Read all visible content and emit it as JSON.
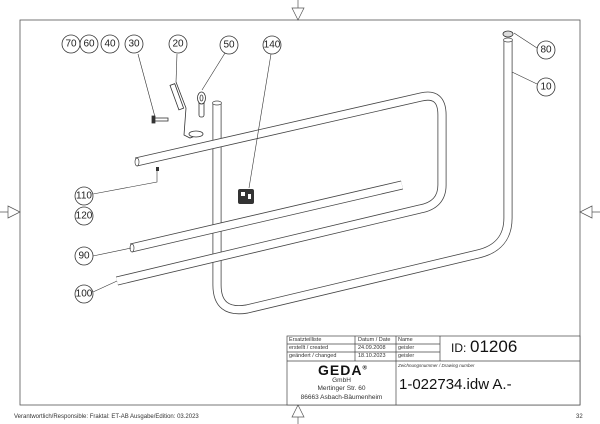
{
  "balloons": {
    "p70": "70",
    "p60": "60",
    "p40": "40",
    "p30": "30",
    "p20": "20",
    "p50": "50",
    "p140": "140",
    "p80": "80",
    "p10": "10",
    "p110": "110",
    "p120": "120",
    "p90": "90",
    "p100": "100"
  },
  "title_block": {
    "parts_list_label": "Ersatzteilliste",
    "date_header": "Datum / Date",
    "name_header": "Name",
    "created_label": "erstellt / created",
    "created_date": "24.09.2008",
    "created_name": "geisler",
    "changed_label": "geändert / changed",
    "changed_date": "18.10.2023",
    "changed_name": "geisler",
    "id_label": "ID:",
    "id_value": "01206",
    "company_logo": "GEDA",
    "company_reg": "®",
    "company_form": "GmbH",
    "street": "Mertinger Str. 60",
    "city": "86663 Asbach-Bäumenheim",
    "drawing_number_label": "Zeichnungsnummer / Drawing number",
    "drawing_number": "1-022734.idw A.-"
  },
  "footer": {
    "responsible": "Verantwortlich/Responsible: Fraktal: ET-AB Ausgabe/Edition: 03.2023",
    "page": "32"
  }
}
